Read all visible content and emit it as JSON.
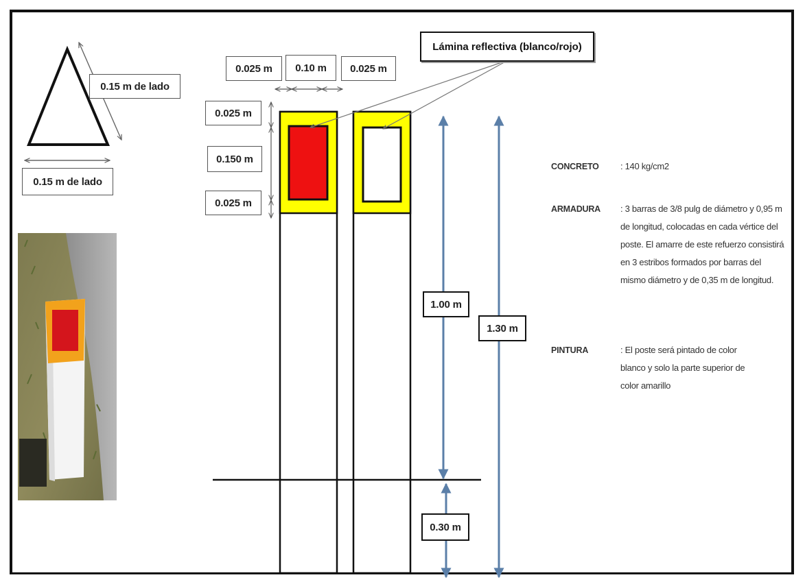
{
  "labels": {
    "callout": "Lámina reflectiva (blanco/rojo)",
    "triangle_side": "0.15 m de lado",
    "triangle_base": "0.15 m de lado",
    "top_margin_left": "0.025 m",
    "top_center": "0.10 m",
    "top_margin_right": "0.025 m",
    "vert_top": "0.025 m",
    "vert_middle": "0.150 m",
    "vert_bottom": "0.025 m",
    "above_ground": "1.00 m",
    "total_height": "1.30 m",
    "buried": "0.30 m"
  },
  "specs": [
    {
      "label": "CONCRETO",
      "value": ": 140 kg/cm2"
    },
    {
      "label": "ARMADURA",
      "value": ": 3 barras de 3/8 pulg de diámetro y 0,95 m de longitud, colocadas en cada vértice del poste. El amarre de este refuerzo consistirá en 3 estribos formados por barras del mismo diámetro y de 0,35 m de longitud."
    },
    {
      "label": "PINTURA",
      "value": ": El poste será pintado de color blanco y solo la parte superior de color amarillo"
    }
  ],
  "colors": {
    "reflective_red": "#ee1111",
    "band_yellow": "#ffff00",
    "arrow_blue": "#5b7fa8",
    "outline": "#111111"
  }
}
